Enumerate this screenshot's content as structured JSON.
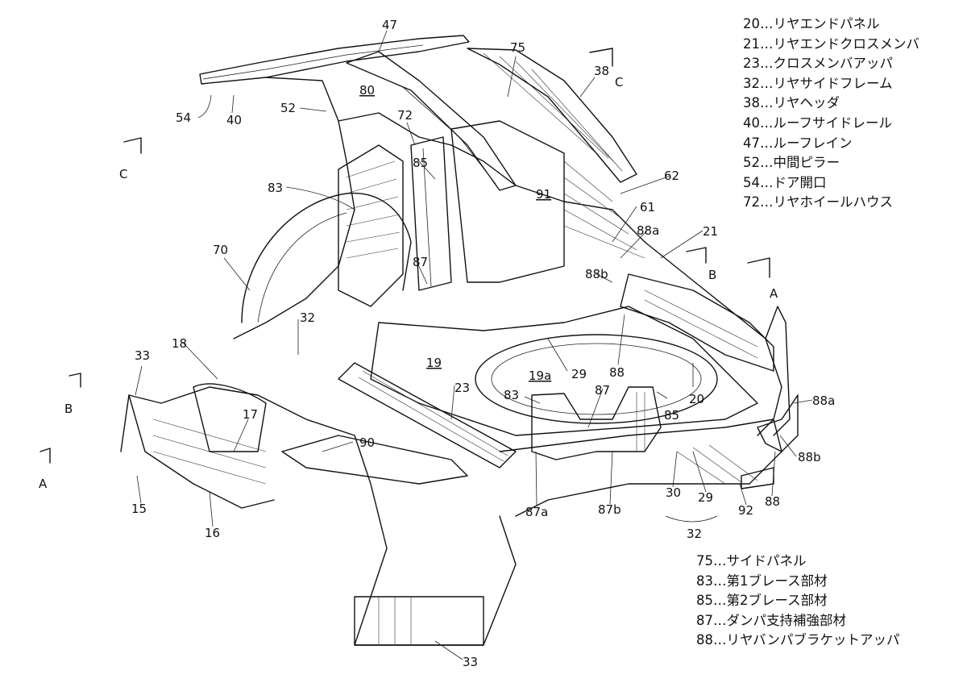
{
  "legend_top": [
    {
      "code": "20",
      "name": "リヤエンドパネル"
    },
    {
      "code": "21",
      "name": "リヤエンドクロスメンバ"
    },
    {
      "code": "23",
      "name": "クロスメンバアッパ"
    },
    {
      "code": "32",
      "name": "リヤサイドフレーム"
    },
    {
      "code": "38",
      "name": "リヤヘッダ"
    },
    {
      "code": "40",
      "name": "ルーフサイドレール"
    },
    {
      "code": "47",
      "name": "ルーフレイン"
    },
    {
      "code": "52",
      "name": "中間ピラー"
    },
    {
      "code": "54",
      "name": "ドア開口"
    },
    {
      "code": "72",
      "name": "リヤホイールハウス"
    }
  ],
  "legend_bottom": [
    {
      "code": "75",
      "name": "サイドパネル"
    },
    {
      "code": "83",
      "name": "第1ブレース部材"
    },
    {
      "code": "85",
      "name": "第2ブレース部材"
    },
    {
      "code": "87",
      "name": "ダンパ支持補強部材"
    },
    {
      "code": "88",
      "name": "リヤバンパブラケットアッパ"
    }
  ],
  "separator": "…",
  "callouts": {
    "c47": "47",
    "c75": "75",
    "c38": "38",
    "c54": "54",
    "c40": "40",
    "c52": "52",
    "c80": "80",
    "c72": "72",
    "c85": "85",
    "c91": "91",
    "c62": "62",
    "c83a": "83",
    "c61": "61",
    "c88a_top": "88a",
    "c21": "21",
    "c70": "70",
    "c87a": "87",
    "c88b_top": "88b",
    "c32a": "32",
    "c18": "18",
    "c33a": "33",
    "c19": "19",
    "c29a": "29",
    "c88a": "88",
    "c19a": "19a",
    "c23": "23",
    "c83b": "83",
    "c87b": "87",
    "c85b": "85",
    "c20": "20",
    "c88a_right": "88a",
    "c17": "17",
    "c90": "90",
    "c88b_right": "88b",
    "c15": "15",
    "c16": "16",
    "c87a_bottom": "87a",
    "c87b_bottom": "87b",
    "c30": "30",
    "c29b": "29",
    "c92": "92",
    "c88b": "88",
    "c32b": "32",
    "c33b": "33"
  },
  "section_marks": {
    "c_left": "C",
    "c_right": "C",
    "b_left": "B",
    "b_right": "B",
    "a_left": "A",
    "a_right": "A"
  }
}
